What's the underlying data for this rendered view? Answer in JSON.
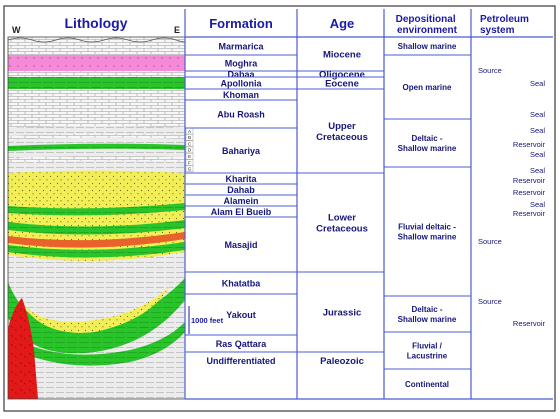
{
  "headers": {
    "lithology": "Lithology",
    "west": "W",
    "east": "E",
    "formation": "Formation",
    "age": "Age",
    "environment": [
      "Depositional",
      "environment"
    ],
    "petroleum": [
      "Petroleum",
      "system"
    ]
  },
  "formations": [
    "Marmarica",
    "Moghra",
    "Dabaa",
    "Apollonia",
    "Khoman",
    "Abu Roash",
    "Bahariya",
    "Kharita",
    "Dahab",
    "Alamein",
    "Alam El Bueib",
    "Masajid",
    "Khatatba",
    "Yakout",
    "Ras Qattara",
    "Undifferentiated"
  ],
  "ages": [
    {
      "label": [
        "Miocene"
      ]
    },
    {
      "label": [
        "Oligocene"
      ]
    },
    {
      "label": [
        "Eocene"
      ]
    },
    {
      "label": [
        "Upper",
        "Cretaceous"
      ]
    },
    {
      "label": [
        "Lower",
        "Cretaceous"
      ]
    },
    {
      "label": [
        "Jurassic"
      ]
    },
    {
      "label": [
        "Paleozoic"
      ]
    }
  ],
  "environments": [
    {
      "label": [
        "Shallow marine"
      ]
    },
    {
      "label": [
        "Open marine"
      ]
    },
    {
      "label": [
        "Deltaic -",
        "Shallow marine"
      ]
    },
    {
      "label": [
        "Fluvial deltaic -",
        "Shallow marine"
      ]
    },
    {
      "label": [
        "Deltaic -",
        "Shallow marine"
      ]
    },
    {
      "label": [
        "Fluvial /",
        "Lacustrine"
      ]
    },
    {
      "label": [
        "Continental"
      ]
    }
  ],
  "petroleum_labels": [
    {
      "text": "Source",
      "align": "left"
    },
    {
      "text": "Seal",
      "align": "right"
    },
    {
      "text": "Seal",
      "align": "right"
    },
    {
      "text": "Seal",
      "align": "right"
    },
    {
      "text": "Reservoir",
      "align": "right"
    },
    {
      "text": "Seal",
      "align": "right"
    },
    {
      "text": "Seal",
      "align": "right"
    },
    {
      "text": "Reservoir",
      "align": "right"
    },
    {
      "text": "Reservoir",
      "align": "right"
    },
    {
      "text": "Seal",
      "align": "right"
    },
    {
      "text": "Reservoir",
      "align": "right"
    },
    {
      "text": "Source",
      "align": "left"
    },
    {
      "text": "Source",
      "align": "left"
    },
    {
      "text": "Reservoir",
      "align": "right"
    }
  ],
  "scale_label": "1000 feet",
  "abu_roash_members": [
    "A",
    "B",
    "C",
    "D",
    "E",
    "F",
    "G"
  ],
  "colors": {
    "header_text": "#1a1aa8",
    "body_text": "#16167a",
    "table_line": "#4a5ccf",
    "sand": "#f2ee58",
    "shale_light": "#ececec",
    "shale_green": "#28c42a",
    "carbonate": "#f7f7f7",
    "pink": "#f58bd8",
    "orange": "#e8632b",
    "basement": "#e31818"
  }
}
